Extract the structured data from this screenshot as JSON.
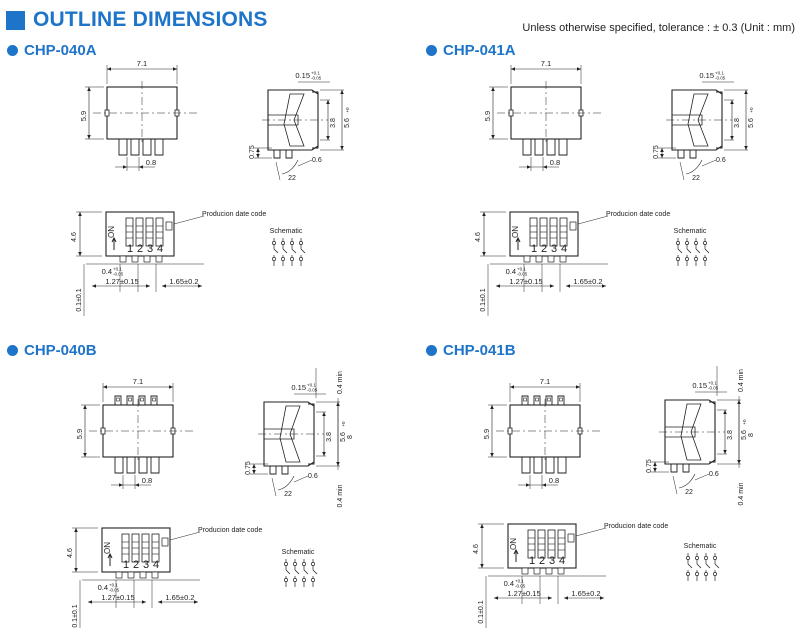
{
  "header": {
    "title": "OUTLINE DIMENSIONS",
    "tolerance": "Unless otherwise specified, tolerance : ± 0.3 (Unit : mm)"
  },
  "labels": {
    "w": "7.1",
    "h": "5.9",
    "pitch": "0.8",
    "hgt": "4.6",
    "t015": "0.15",
    "t015sup": "+0.1",
    "t015sub": "-0.05",
    "d38": "3.8",
    "d56": "5.6",
    "d56sup": "+0",
    "d56sub": "-0.3",
    "d075": "0.75",
    "d06": "0.6",
    "d22": "22",
    "d8": "8",
    "d04min": "0.4 min",
    "date": "Producion date code",
    "schem": "Schematic",
    "d04": "0.4",
    "d04sup": "+0.1",
    "d04sub": "-0.05",
    "d127": "1.27±0.15",
    "d165": "1.65±0.2",
    "d01": "0.1±0.1",
    "on": "ON",
    "n1": "1",
    "n2": "2",
    "n3": "3",
    "n4": "4"
  },
  "sections": [
    {
      "name": "CHP-040A"
    },
    {
      "name": "CHP-041A"
    },
    {
      "name": "CHP-040B"
    },
    {
      "name": "CHP-041B"
    }
  ]
}
